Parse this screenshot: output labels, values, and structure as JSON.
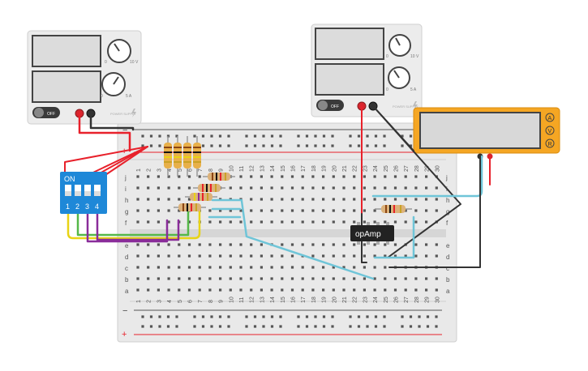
{
  "power_supply_left": {
    "off_label": "OFF",
    "brand": "POWER SUPPLY",
    "knob_top_max": "10 V",
    "knob_top_min": "0",
    "knob_bottom_max": "5 A",
    "knob_bottom_min": "0"
  },
  "power_supply_right": {
    "off_label": "OFF",
    "brand": "POWER SUPPLY",
    "knob_top_max": "10 V",
    "knob_top_min": "0",
    "knob_bottom_max": "5 A",
    "knob_bottom_min": "0"
  },
  "multimeter": {
    "modes": [
      "A",
      "V",
      "R"
    ]
  },
  "dip_switch": {
    "on_label": "ON",
    "switch_numbers": [
      "1",
      "2",
      "3",
      "4"
    ]
  },
  "opamp": {
    "label": "opAmp"
  },
  "breadboard": {
    "rails": {
      "plus": "+",
      "minus": "−"
    },
    "row_letters_top": [
      "j",
      "i",
      "h",
      "g",
      "f"
    ],
    "row_letters_bottom": [
      "e",
      "d",
      "c",
      "b",
      "a"
    ],
    "column_numbers": [
      "1",
      "2",
      "3",
      "4",
      "5",
      "6",
      "7",
      "8",
      "9",
      "10",
      "11",
      "12",
      "13",
      "14",
      "15",
      "16",
      "17",
      "18",
      "19",
      "20",
      "21",
      "22",
      "23",
      "24",
      "25",
      "26",
      "27",
      "28",
      "29",
      "30"
    ]
  },
  "colors": {
    "wire_red": "#e8212b",
    "wire_black": "#333333",
    "wire_blue": "#6fc5d8",
    "wire_yellow": "#e8d315",
    "wire_green": "#55b848",
    "wire_purple": "#8a2d9a",
    "multimeter_frame": "#f5a623",
    "dip_blue": "#1e88d8"
  }
}
